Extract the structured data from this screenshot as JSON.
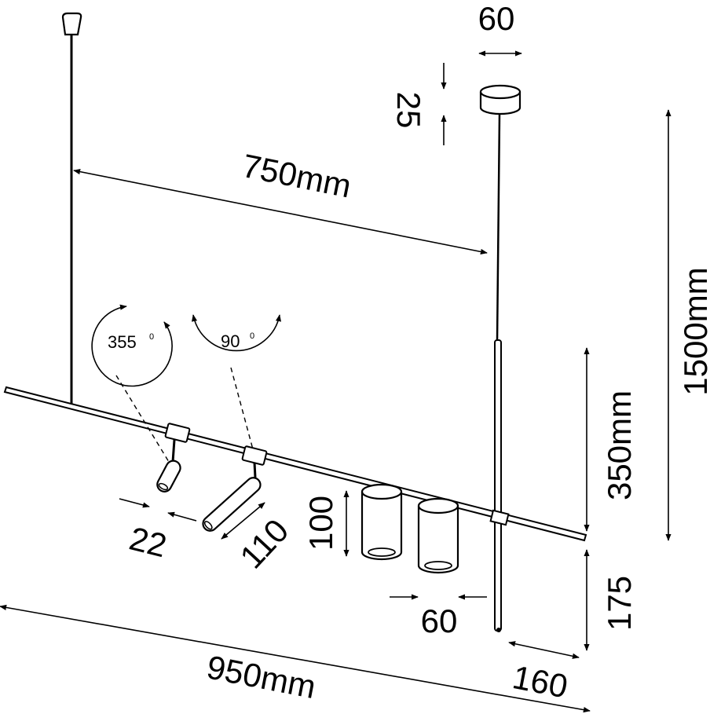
{
  "dimensions": {
    "canopy_width": "60",
    "canopy_height": "25",
    "rod_spacing": "750mm",
    "total_height": "1500mm",
    "bar_drop": "350mm",
    "rod_below_bar": "175",
    "spot_diameter": "22",
    "spot_length": "110",
    "cylinder_height": "100",
    "cylinder_diameter": "60",
    "total_length": "950mm",
    "rod_offset": "160"
  },
  "angles": {
    "rotation": "355",
    "tilt": "90",
    "degree_mark": "0"
  },
  "colors": {
    "line": "#000000",
    "background": "#ffffff"
  }
}
